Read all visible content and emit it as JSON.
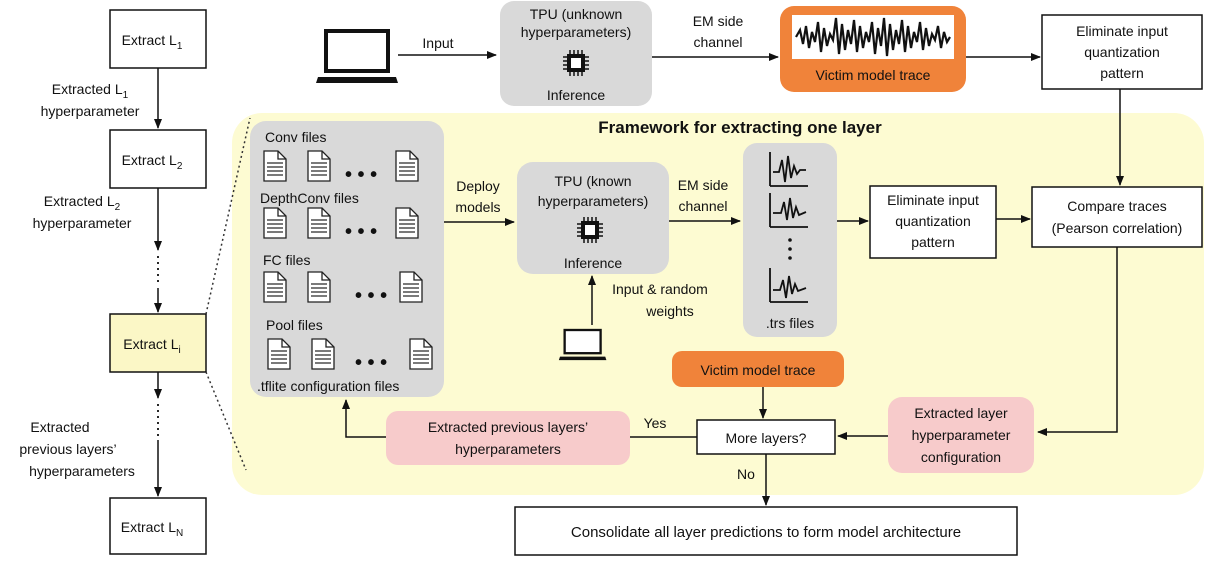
{
  "left_column": {
    "l1": "Extract L",
    "l1_sub": "1",
    "l2": "Extract L",
    "l2_sub": "2",
    "li": "Extract L",
    "li_sub": "i",
    "ln": "Extract L",
    "ln_sub": "N",
    "extracted_l1_line1": "Extracted L",
    "extracted_l1_sub": "1",
    "extracted_l1_line2": "hyperparameter",
    "extracted_l2_line1": "Extracted L",
    "extracted_l2_sub": "2",
    "extracted_l2_line2": "hyperparameter",
    "extracted_prev_line1": "Extracted",
    "extracted_prev_line2": "previous layers’",
    "extracted_prev_line3": "hyperparameters"
  },
  "top_row": {
    "input_label": "Input",
    "tpu_unknown_line1": "TPU (unknown",
    "tpu_unknown_line2": "hyperparameters)",
    "tpu_unknown_inference": "Inference",
    "em_line1": "EM side",
    "em_line2": "channel",
    "victim_trace": "Victim model trace",
    "eliminate_line1": "Eliminate input",
    "eliminate_line2": "quantization",
    "eliminate_line3": "pattern"
  },
  "framework": {
    "title": "Framework for extracting one layer",
    "files": {
      "conv": "Conv files",
      "depthconv": "DepthConv files",
      "fc": "FC files",
      "pool": "Pool files",
      "tflite": ".tflite configuration files"
    },
    "deploy_line1": "Deploy",
    "deploy_line2": "models",
    "tpu_known_line1": "TPU (known",
    "tpu_known_line2": "hyperparameters)",
    "tpu_known_inference": "Inference",
    "em_line1": "EM side",
    "em_line2": "channel",
    "input_random_line1": "Input & random",
    "input_random_line2": "weights",
    "trs_files": ".trs files",
    "eliminate_line1": "Eliminate input",
    "eliminate_line2": "quantization",
    "eliminate_line3": "pattern",
    "compare_line1": "Compare traces",
    "compare_line2": "(Pearson correlation)",
    "victim_trace": "Victim model trace",
    "extracted_layer_line1": "Extracted layer",
    "extracted_layer_line2": "hyperparameter",
    "extracted_layer_line3": "configuration",
    "more_layers": "More layers?",
    "yes": "Yes",
    "no": "No",
    "extracted_prev_line1": "Extracted previous layers’",
    "extracted_prev_line2": "hyperparameters"
  },
  "consolidate": "Consolidate all layer predictions to form model architecture",
  "colors": {
    "framework_bg": "#fdfbd2",
    "gray_box": "#d9d9d9",
    "orange": "#f0833a",
    "pink": "#f7cbcb",
    "yellow_box": "#fbf7c6"
  }
}
